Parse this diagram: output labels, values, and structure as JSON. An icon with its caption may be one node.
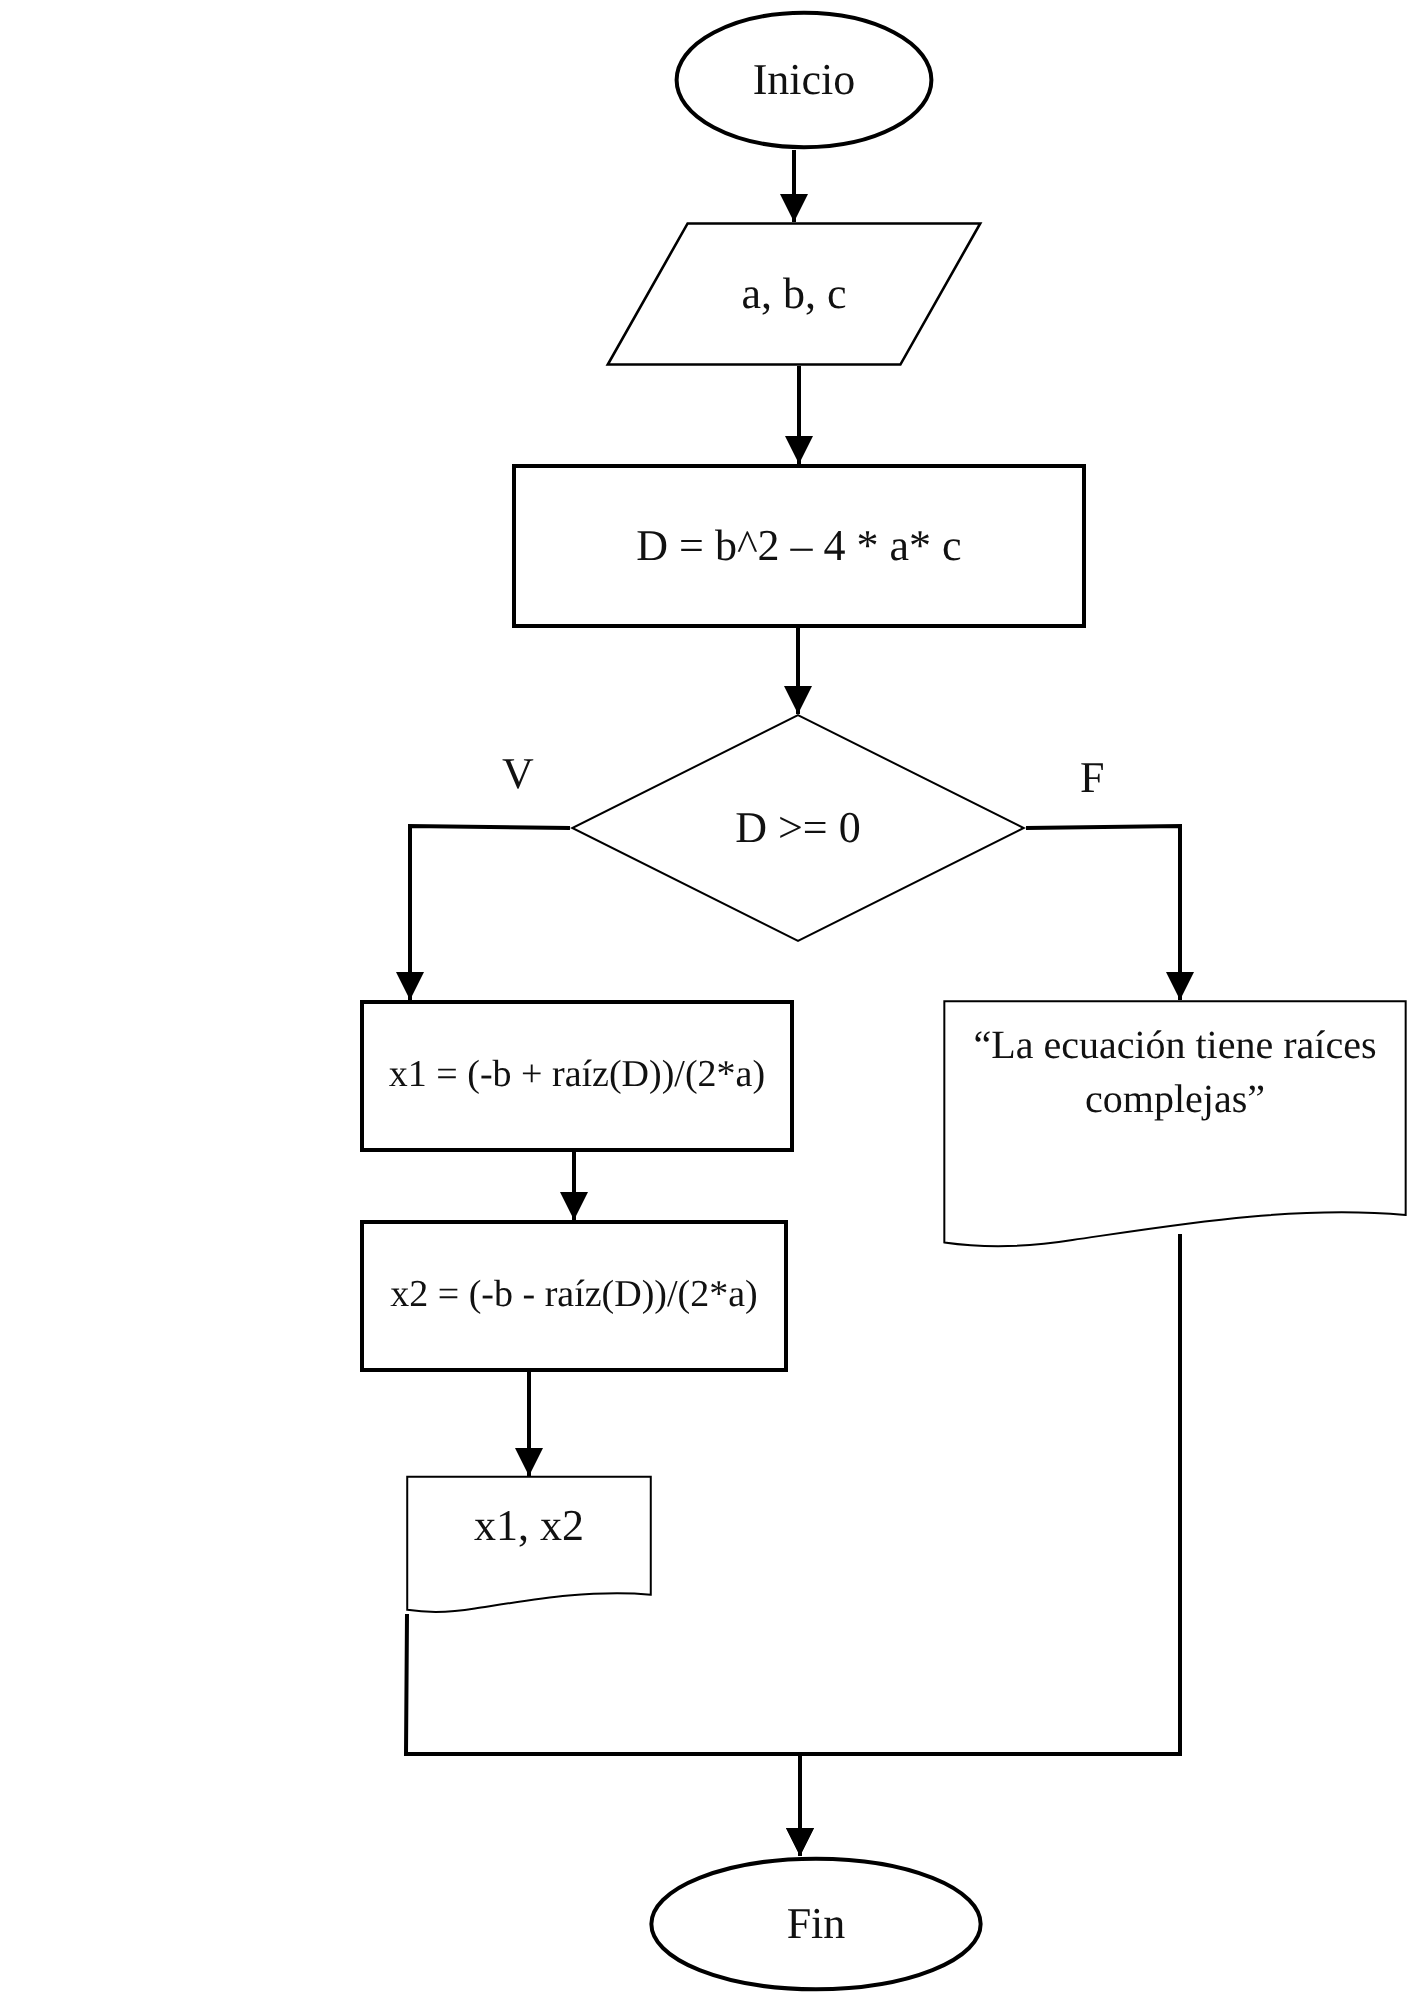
{
  "diagram": {
    "nodes": [
      {
        "text": [
          "Inicio"
        ]
      },
      {
        "text": [
          "a, b, c"
        ]
      },
      {
        "text": [
          "D = b^2 – 4 * a* c"
        ]
      },
      {
        "text": [
          "D >= 0"
        ]
      },
      {
        "text": [
          "x1 = (-b + raíz(D))/(2*a)"
        ]
      },
      {
        "text": [
          "“La ecuación tiene raíces complejas”"
        ]
      },
      {
        "text": [
          "x2 = (-b - raíz(D))/(2*a)"
        ]
      },
      {
        "text": [
          "x1,  x2"
        ]
      },
      {
        "text": [
          "Fin"
        ]
      }
    ],
    "edges": [
      {
        "from": 0,
        "to": 1,
        "arrow": "to"
      },
      {
        "from": 1,
        "to": 2,
        "arrow": "to"
      },
      {
        "from": 2,
        "to": 3,
        "arrow": "to"
      },
      {
        "from": 3,
        "to": 4,
        "arrow": "to",
        "label": "V"
      },
      {
        "from": 3,
        "to": 5,
        "arrow": "to",
        "label": "F"
      },
      {
        "from": 4,
        "to": 6,
        "arrow": "to"
      },
      {
        "from": 6,
        "to": 7,
        "arrow": "to"
      },
      {
        "from": 7,
        "to": 8,
        "arrow": "to"
      },
      {
        "from": 5,
        "to": 8,
        "arrow": "to"
      }
    ]
  }
}
